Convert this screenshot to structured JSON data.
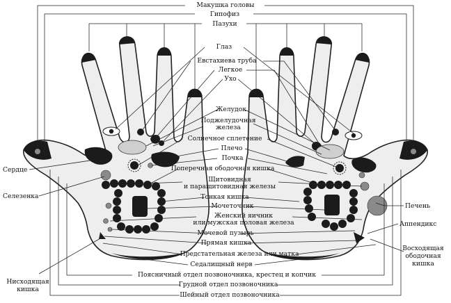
{
  "diagram": {
    "labels": {
      "crown": "Макушка головы",
      "pituitary": "Гипофиз",
      "armpits": "Пазухи",
      "eye": "Глаз",
      "eustachian": "Евстахиева труба",
      "lung": "Легкое",
      "ear": "Ухо",
      "stomach": "Желудок",
      "pancreas1": "Поджелудочная",
      "pancreas2": "железа",
      "solar": "Солнечное сплетение",
      "shoulder": "Плечо",
      "kidney": "Почка",
      "heart": "Сердце",
      "transverse": "Поперечная ободочная кишка",
      "spleen": "Селезенка",
      "thyroid1": "Щитовидная",
      "thyroid2": "и паращитовидная железы",
      "liver": "Печень",
      "small_int": "Тонкая кишка",
      "ureter": "Мочеточник",
      "ovary1": "Женский яичник",
      "ovary2": "или мужская половая железа",
      "appendix": "Аппендикс",
      "bladder": "Мочевой пузырь",
      "rectum": "Прямая кишка",
      "ascending1": "Восходящая",
      "ascending2": "ободочная",
      "ascending3": "кишка",
      "prostate": "Предстательная железа или матка",
      "descending1": "Нисходящая",
      "descending2": "кишка",
      "sciatic": "Седалищный нерв",
      "lumbar": "Поясничный отдел позвоночника, крестец и копчик",
      "thoracic": "Грудной отдел позвоночника",
      "cervical": "Шейный отдел позвоночника"
    },
    "colors": {
      "zone_dark": "#1b1b1b",
      "zone_gray": "#8a8a8a",
      "zone_light": "#cfcfcf",
      "hand_fill": "#eeeeee"
    }
  }
}
